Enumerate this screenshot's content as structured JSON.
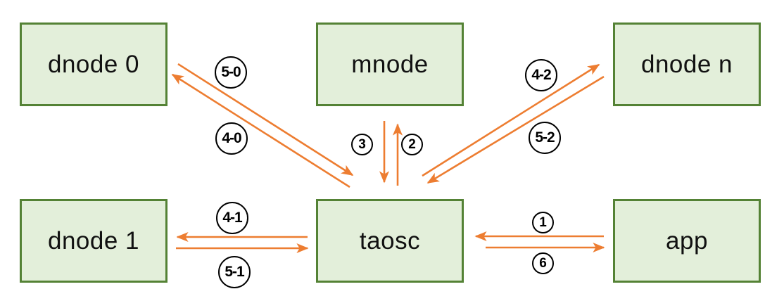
{
  "diagram": {
    "type": "flow-diagram",
    "background": "#ffffff",
    "colors": {
      "node_fill": "#e3efda",
      "node_border": "#548235",
      "arrow": "#ed7d31",
      "label_circle_border": "#000000",
      "text": "#111111"
    }
  },
  "nodes": [
    {
      "id": "dnode0",
      "label": "dnode 0"
    },
    {
      "id": "mnode",
      "label": "mnode"
    },
    {
      "id": "dnoden",
      "label": "dnode n"
    },
    {
      "id": "dnode1",
      "label": "dnode 1"
    },
    {
      "id": "taosc",
      "label": "taosc"
    },
    {
      "id": "app",
      "label": "app"
    }
  ],
  "edges": [
    {
      "from": "app",
      "to": "taosc",
      "label": "1",
      "style": "circled"
    },
    {
      "from": "taosc",
      "to": "mnode",
      "label": "2",
      "style": "circled"
    },
    {
      "from": "mnode",
      "to": "taosc",
      "label": "3",
      "style": "circled"
    },
    {
      "from": "taosc",
      "to": "dnode 0",
      "label": "4-0",
      "style": "circled"
    },
    {
      "from": "taosc",
      "to": "dnode 1",
      "label": "4-1",
      "style": "circled"
    },
    {
      "from": "taosc",
      "to": "dnode n",
      "label": "4-2",
      "style": "circled"
    },
    {
      "from": "dnode 0",
      "to": "taosc",
      "label": "5-0",
      "style": "circled"
    },
    {
      "from": "dnode 1",
      "to": "taosc",
      "label": "5-1",
      "style": "circled"
    },
    {
      "from": "dnode n",
      "to": "taosc",
      "label": "5-2",
      "style": "circled"
    },
    {
      "from": "taosc",
      "to": "app",
      "label": "6",
      "style": "circled"
    }
  ]
}
